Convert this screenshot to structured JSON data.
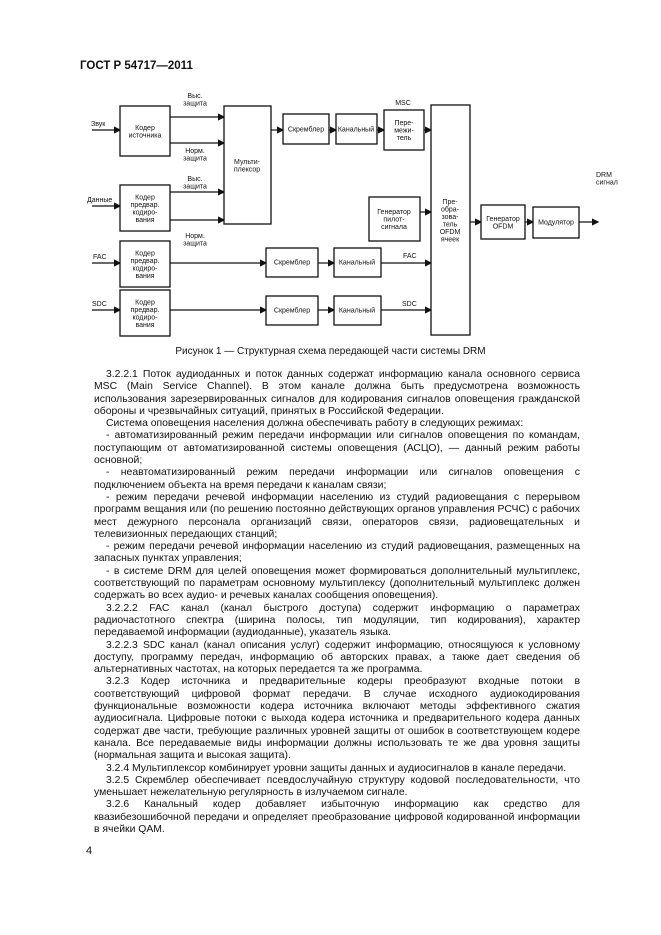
{
  "header": {
    "title": "ГОСТ Р 54717—2011"
  },
  "figure": {
    "caption": "Рисунок 1 — Структурная схема передающей части системы DRM",
    "inputs": {
      "audio": "Звук",
      "data": "Данные",
      "fac": "FAC",
      "sdc": "SDC"
    },
    "blocks": {
      "source_coder": [
        "Кодер",
        "источника"
      ],
      "precoder_data": [
        "Кодер",
        "предвар.",
        "кодиро-",
        "вания"
      ],
      "precoder_fac": [
        "Кодер",
        "предвар.",
        "кодиро-",
        "вания"
      ],
      "precoder_sdc": [
        "Кодер",
        "предвар.",
        "кодиро-",
        "вания"
      ],
      "mux": [
        "Мульти-",
        "плексор"
      ],
      "scrambler_msc": [
        "Скремблер"
      ],
      "channel_msc": [
        "Канальный"
      ],
      "interleaver": [
        "Пере-",
        "межи-",
        "тель"
      ],
      "pilot_gen": [
        "Генератор",
        "пилот-",
        "сигнала"
      ],
      "ofdm_former": [
        "Пре-",
        "обра-",
        "зова-",
        "тель",
        "OFDM",
        "ячеек"
      ],
      "ofdm_gen": [
        "Генератор",
        "OFDM"
      ],
      "modulator": [
        "Модулятор"
      ],
      "scrambler_fac": [
        "Скремблер"
      ],
      "channel_fac": [
        "Канальный"
      ],
      "scrambler_sdc": [
        "Скремблер"
      ],
      "channel_sdc": [
        "Канальный"
      ]
    },
    "labels": {
      "high_prot_1": [
        "Выс.",
        "защита"
      ],
      "norm_prot_1": [
        "Норм.",
        "защита"
      ],
      "high_prot_2": [
        "Выс.",
        "защита"
      ],
      "norm_prot_2": [
        "Норм.",
        "защита"
      ],
      "msc": "MSC",
      "fac": "FAC",
      "sdc": "SDC",
      "output": [
        "DRM",
        "сигнал"
      ]
    }
  },
  "paragraphs": [
    "3.2.2.1 Поток аудиоданных и поток данных содержат информацию канала основного сервиса MSC (Main Service Channel). В этом канале должна быть предусмотрена возможность использования зарезервированных сигналов для кодирования сигналов оповещения гражданской обороны и чрезвычайных ситуаций, принятых в Российской Федерации.",
    "Система оповещения населения должна обеспечивать работу в следующих режимах:",
    "- автоматизированный режим передачи информации или сигналов оповещения по командам, поступающим от автоматизированной системы оповещения (АСЦО), — данный режим работы основной;",
    "- неавтоматизированный режим передачи информации или сигналов оповещения с подключением объекта на время передачи к каналам связи;",
    "- режим передачи речевой информации населению из студий радиовещания с перерывом программ вещания или (по решению постоянно действующих органов управления РСЧС) с рабочих мест дежурного персонала организаций связи, операторов связи, радиовещательных и телевизионных передающих станций;",
    "- режим передачи речевой информации населению из студий радиовещания, размещенных на запасных пунктах управления;",
    "- в системе DRM для целей оповещения может формироваться дополнительный мультиплекс, соответствующий по параметрам основному мультиплексу (дополнительный мультиплекс должен содержать во всех аудио- и речевых каналах сообщения оповещения).",
    "3.2.2.2 FAC канал (канал быстрого доступа) содержит информацию о параметрах радиочастотного спектра (ширина полосы, тип модуляции, тип кодирования), характер передаваемой информации (аудиоданные), указатель языка.",
    "3.2.2.3 SDC канал (канал описания услуг) содержит информацию, относящуюся к условному доступу, программу передач, информацию об авторских правах, а также дает сведения об альтернативных частотах, на которых передается та же программа.",
    "3.2.3 Кодер источника и предварительные кодеры преобразуют входные потоки в соответствующий цифровой формат передачи. В случае исходного аудиокодирования функциональные возможности кодера источника включают методы эффективного сжатия аудиосигнала. Цифровые потоки с выхода кодера источника и предварительного кодера данных содержат две части, требующие различных уровней защиты от ошибок в соответствующем кодере канала. Все передаваемые виды информации должны использовать те же два уровня защиты (нормальная защита и высокая защита).",
    "3.2.4 Мультиплексор комбинирует уровни защиты данных и аудиосигналов в канале передачи.",
    "3.2.5 Скремблер обеспечивает псевдослучайную структуру кодовой последовательности, что уменьшает нежелательную регулярность в излучаемом сигнале.",
    "3.2.6 Канальный кодер добавляет избыточную информацию как средство для квазибезошибочной передачи и определяет преобразование цифровой кодированной информации в ячейки QAM."
  ],
  "page_number": "4"
}
